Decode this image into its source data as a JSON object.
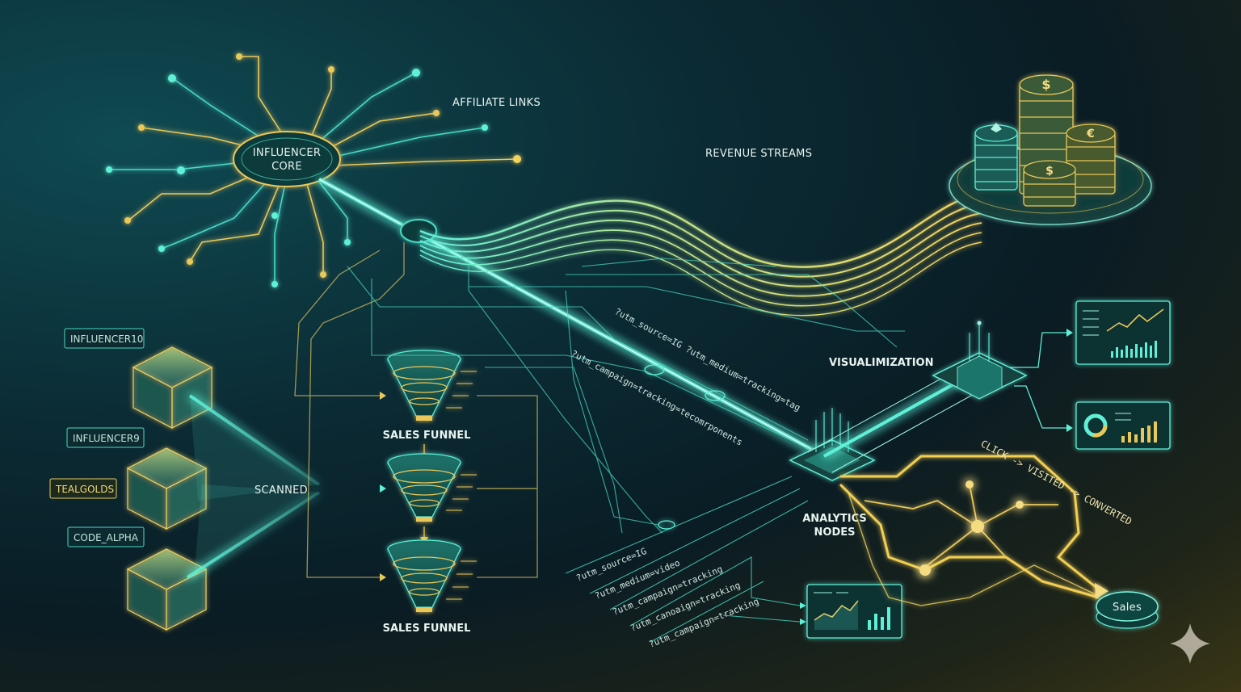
{
  "labels": {
    "affiliate_links": "AFFILIATE LINKS",
    "influencer_core_line1": "INFLUENCER",
    "influencer_core_line2": "CORE",
    "revenue_streams": "REVENUE STREAMS",
    "visualization": "VISUALIMIZATION",
    "analytics_nodes_line1": "ANALYTICS",
    "analytics_nodes_line2": "NODES",
    "scanned": "SCANNED",
    "sales_funnel_top": "SALES FUNNEL",
    "sales_funnel_bottom": "SALES FUNNEL",
    "sales": "Sales",
    "conversion_path": "CLICK -> VISITED -> CONVERTED"
  },
  "codes": [
    "INFLUENCER10",
    "INFLUENCER9",
    "TEALGOLDS",
    "CODE_ALPHA"
  ],
  "url_params_upper": [
    "?utm_source=IG ?utm_medium=tracking=tag",
    "?utm_campaign=tracking=tecomrponents"
  ],
  "url_params_lower": [
    "?utm_source=IG",
    "?utm_medium=video",
    "?utm_campaign=tracking",
    "?utm_canoaign=tracking",
    "?utm_campaign=tracking"
  ],
  "colors": {
    "teal": "#49d9c4",
    "gold": "#e9c85a",
    "background_dark": "#0a1c24"
  },
  "icons": [
    "coin-stack-icon",
    "dollar-icon",
    "euro-icon",
    "bitcoin-icon",
    "sparkle-icon"
  ]
}
